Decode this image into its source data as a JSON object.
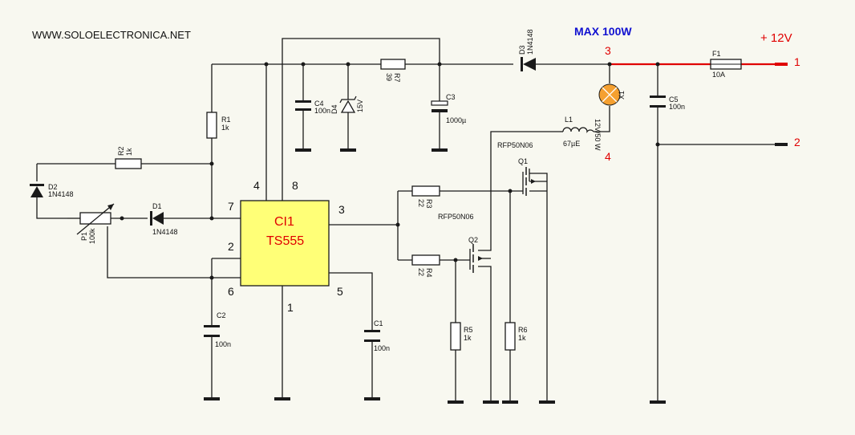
{
  "header": {
    "website": "WWW.SOLOELECTRONICA.NET",
    "max_power": "MAX 100W",
    "supply": "+ 12V"
  },
  "ic": {
    "ref": "CI1",
    "part": "TS555",
    "pins": {
      "p4": "4",
      "p8": "8",
      "p7": "7",
      "p3": "3",
      "p2": "2",
      "p6": "6",
      "p1": "1",
      "p5": "5"
    }
  },
  "components": {
    "r1": {
      "ref": "R1",
      "value": "1k"
    },
    "r2": {
      "ref": "R2",
      "value": "1k"
    },
    "r3": {
      "ref": "R3",
      "value": "22"
    },
    "r4": {
      "ref": "R4",
      "value": "22"
    },
    "r5": {
      "ref": "R5",
      "value": "1k"
    },
    "r6": {
      "ref": "R6",
      "value": "1k"
    },
    "r7": {
      "ref": "R7",
      "value": "39"
    },
    "c1": {
      "ref": "C1",
      "value": "100n"
    },
    "c2": {
      "ref": "C2",
      "value": "100n"
    },
    "c3": {
      "ref": "C3",
      "value": "1000µ"
    },
    "c4": {
      "ref": "C4",
      "value": "100n"
    },
    "c5": {
      "ref": "C5",
      "value": "100n"
    },
    "d1": {
      "ref": "D1",
      "value": "1N4148"
    },
    "d2": {
      "ref": "D2",
      "value": "1N4148"
    },
    "d3": {
      "ref": "D3",
      "value": "1N4148"
    },
    "d4": {
      "ref": "D4",
      "value": "15V"
    },
    "p1": {
      "ref": "P1",
      "value": "100k"
    },
    "l1": {
      "ref": "L1",
      "value": "67µE"
    },
    "f1": {
      "ref": "F1",
      "value": "10A"
    },
    "x1": {
      "ref": "X1",
      "value": "12V/50 W"
    },
    "q1": {
      "ref": "Q1",
      "value": "RFP50N06"
    },
    "q2": {
      "ref": "Q2",
      "value": "RFP50N06"
    }
  },
  "nodes": {
    "n1": "1",
    "n2": "2",
    "n3": "3",
    "n4": "4"
  },
  "colors": {
    "ic_fill": "#ffff77",
    "wire": "#1a1a1a",
    "highlight": "#e00000",
    "title_blue": "#1010d0",
    "lamp": "#f5a030"
  }
}
